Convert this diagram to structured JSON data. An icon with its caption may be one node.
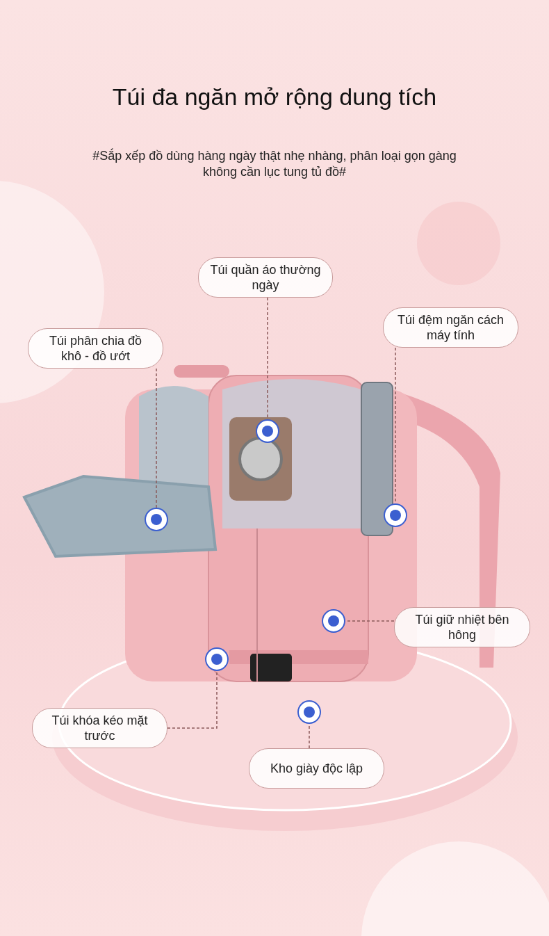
{
  "diagram": {
    "title": "Túi đa ngăn mở rộng dung tích",
    "nodes": [
      {
        "text": [
          "Túi quần áo thường ngày"
        ]
      },
      {
        "text": [
          "Túi phân chia đồ khô - đồ ướt"
        ]
      },
      {
        "text": [
          "Túi đệm ngăn cách máy tính"
        ]
      },
      {
        "text": [],
        "shape": "circle"
      },
      {
        "text": [],
        "shape": "circle"
      },
      {
        "text": [],
        "shape": "circle"
      },
      {
        "text": [
          "Túi giữ nhiệt bên hông"
        ]
      },
      {
        "text": [],
        "shape": "circle"
      },
      {
        "text": [],
        "shape": "circle"
      },
      {
        "text": [
          "Túi khóa kéo mặt trước"
        ]
      },
      {
        "text": [],
        "shape": "circle"
      },
      {
        "text": [
          "Kho giày độc lập"
        ]
      }
    ],
    "edges": [
      {
        "from": 0,
        "to": 3,
        "arrow": "none",
        "style": "dashed"
      },
      {
        "from": 1,
        "to": 4,
        "arrow": "none",
        "style": "dashed"
      },
      {
        "from": 2,
        "to": 5,
        "arrow": "none",
        "style": "dashed"
      },
      {
        "from": 6,
        "to": 7,
        "arrow": "none",
        "style": "dashed"
      },
      {
        "from": 9,
        "to": 8,
        "arrow": "none",
        "style": "dashed"
      },
      {
        "from": 11,
        "to": 10,
        "arrow": "none",
        "style": "dashed"
      }
    ],
    "labels": [
      "#Sắp xếp đồ dùng hàng ngày thật nhẹ nhàng, phân loại gọn gàng không cần lục tung tủ đồ#"
    ]
  }
}
